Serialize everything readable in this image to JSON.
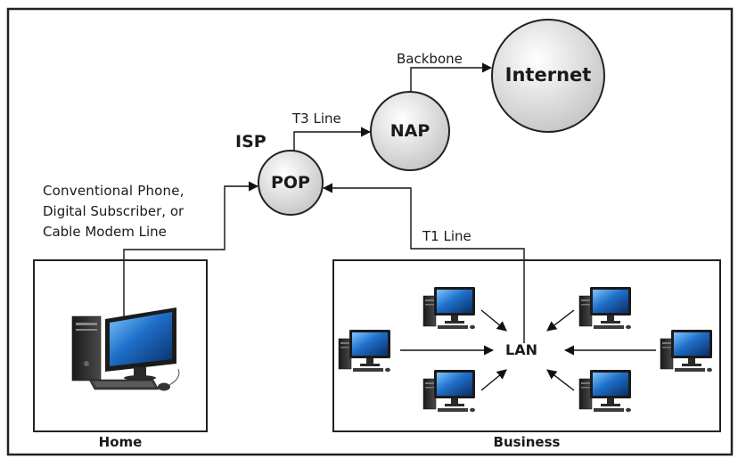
{
  "nodes": {
    "internet": "Internet",
    "nap": "NAP",
    "pop": "POP",
    "isp": "ISP",
    "lan": "LAN"
  },
  "links": {
    "backbone": "Backbone",
    "t3": "T3 Line",
    "t1": "T1 Line",
    "home_line_1": "Conventional Phone,",
    "home_line_2": "Digital Subscriber, or",
    "home_line_3": "Cable Modem Line"
  },
  "boxes": {
    "home": "Home",
    "business": "Business"
  },
  "icons": [
    "desktop-computer-icon",
    "mouse-icon",
    "keyboard-icon"
  ],
  "colors": {
    "circle_fill_start": "#ffffff",
    "circle_fill_end": "#c8c8c8",
    "stroke": "#222222",
    "screen": "#1e6fc9"
  }
}
